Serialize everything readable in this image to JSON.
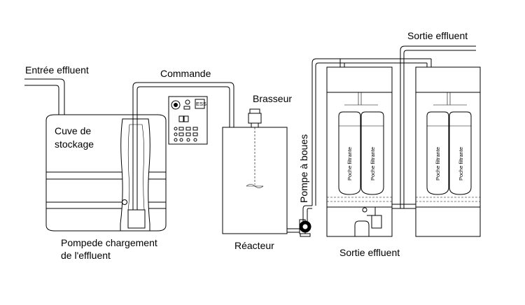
{
  "labels": {
    "entree_effluent": "Entrée effluent",
    "commande": "Commande",
    "brasseur": "Brasseur",
    "cuve_line1": "Cuve de",
    "cuve_line2": "stockage",
    "pompe_chargement_line1": "Pompede chargement",
    "pompe_chargement_line2": "de l'effluent",
    "reacteur": "Réacteur",
    "pompe_boues": "Pompe à boues",
    "sortie_effluent_top": "Sortie effluent",
    "sortie_effluent_bottom": "Sortie effluent",
    "poche_filtrante": "Poche filtrante"
  },
  "control_panel": {
    "badge_text": "ESS"
  }
}
